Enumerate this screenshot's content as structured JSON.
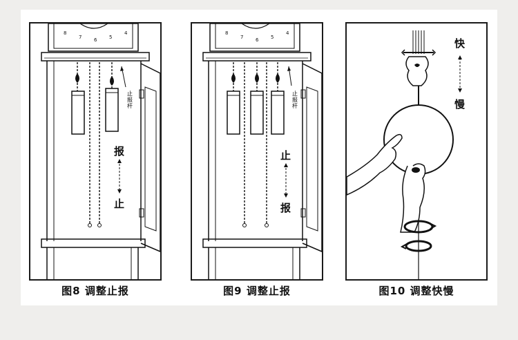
{
  "figures": [
    {
      "caption": "图8 调整止报",
      "dial_numbers": [
        "8",
        "7",
        "6",
        "5",
        "4"
      ],
      "lever_label": "止报杆",
      "top_label": "报",
      "bottom_label": "止"
    },
    {
      "caption": "图9 调整止报",
      "dial_numbers": [
        "8",
        "7",
        "6",
        "5",
        "4"
      ],
      "lever_label": "止报杆",
      "top_label": "止",
      "bottom_label": "报"
    },
    {
      "caption": "图10 调整快慢",
      "top_label": "快",
      "bottom_label": "慢"
    }
  ]
}
